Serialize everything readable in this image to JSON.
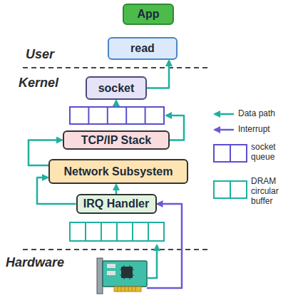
{
  "diagram": {
    "nodes": [
      {
        "text": [
          "App"
        ]
      },
      {
        "text": [
          "read"
        ]
      },
      {
        "text": [
          "socket"
        ]
      },
      {
        "text": [
          "TCP/IP Stack"
        ]
      },
      {
        "text": [
          "Network Subsystem"
        ]
      },
      {
        "text": [
          "IRQ Handler"
        ]
      }
    ],
    "edges": [
      {
        "from": 5,
        "to": 4,
        "arrow": "to"
      },
      {
        "from": 5,
        "to": 4,
        "arrow": "to"
      },
      {
        "from": 4,
        "to": 3,
        "arrow": "to"
      },
      {
        "from": 2,
        "to": 1,
        "arrow": "to"
      }
    ],
    "labels": [
      "User",
      "Kernel",
      "Hardware"
    ],
    "legend": [
      {
        "text": "Data path"
      },
      {
        "text": "Interrupt"
      },
      {
        "text": "socket queue"
      },
      {
        "text": "DRAM circular buffer"
      }
    ]
  }
}
